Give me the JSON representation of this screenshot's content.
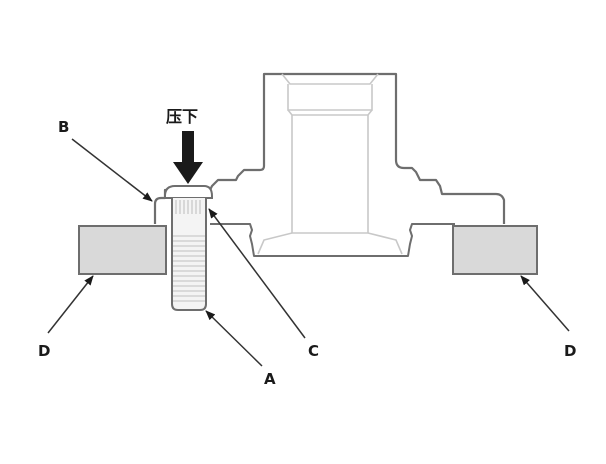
{
  "diagram": {
    "press_label": "压下",
    "labels": {
      "A": "A",
      "B": "B",
      "C": "C",
      "D_left": "D",
      "D_right": "D"
    },
    "colors": {
      "outline": "#6e6e6e",
      "inner_outline": "#c8c8c8",
      "support_fill": "#d9d9d9",
      "arrow": "#1a1a1a",
      "leader": "#333333"
    }
  }
}
